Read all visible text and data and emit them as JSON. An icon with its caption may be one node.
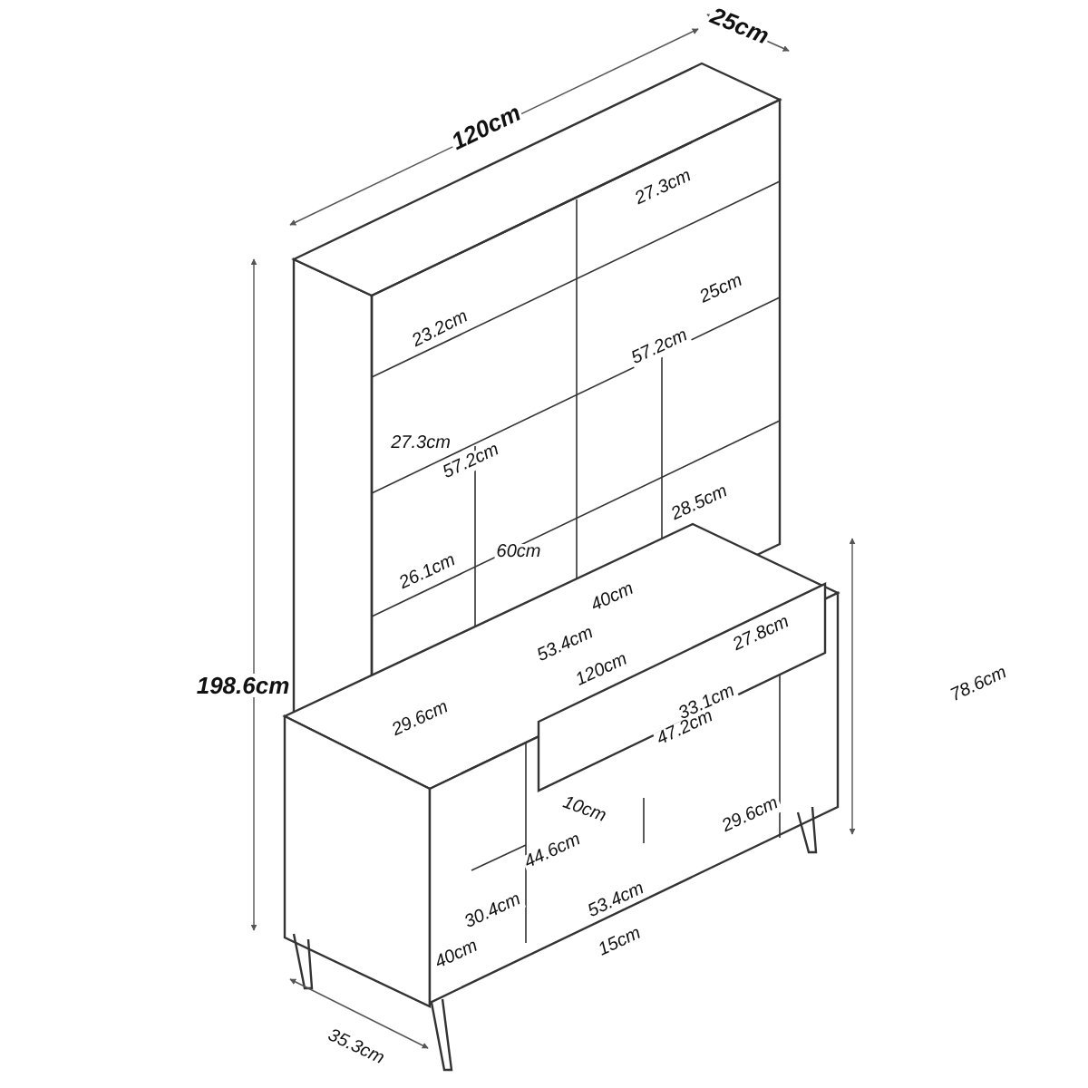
{
  "diagram": {
    "labels": [
      "25cm",
      "120cm",
      "27.3cm",
      "23.2cm",
      "25cm",
      "57.2cm",
      "198.6cm",
      "27.3cm",
      "57.2cm",
      "60cm",
      "28.5cm",
      "26.1cm",
      "40cm",
      "53.4cm",
      "27.8cm",
      "120cm",
      "33.1cm",
      "47.2cm",
      "78.6cm",
      "29.6cm",
      "10cm",
      "29.6cm",
      "44.6cm",
      "30.4cm",
      "53.4cm",
      "40cm",
      "15cm",
      "35.3cm"
    ]
  }
}
